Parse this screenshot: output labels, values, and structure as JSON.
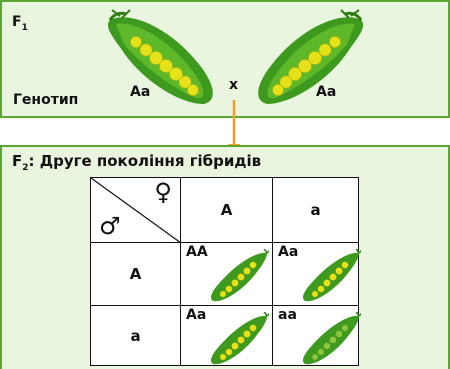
{
  "parents": {
    "generation": "F",
    "generation_sub": "1",
    "genotype_label": "Генотип",
    "left_genotype": "Aa",
    "cross_symbol": "x",
    "right_genotype": "Aa"
  },
  "offspring": {
    "generation": "F",
    "generation_sub": "2",
    "title_rest": ": Друге покоління гібридів",
    "female_symbol": "♀",
    "male_symbol": "♂",
    "col_headers": [
      "A",
      "a"
    ],
    "row_headers": [
      "A",
      "a"
    ],
    "cells": [
      [
        "AA",
        "Aa"
      ],
      [
        "Aa",
        "aa"
      ]
    ]
  },
  "colors": {
    "border_green": "#5aa832",
    "panel_fill": "#eaf5df",
    "arrow": "#f0a020",
    "pod_green": "#3e9a1e",
    "pea_yellow": "#e6e21a",
    "pea_green": "#8cc63f"
  }
}
